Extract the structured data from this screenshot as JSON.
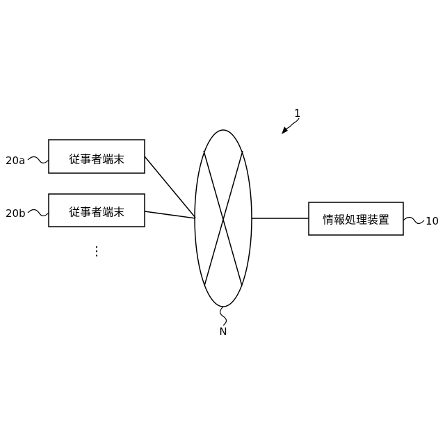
{
  "figure": {
    "system_ref": "1",
    "network_ref": "N",
    "ellipsis": "⋮"
  },
  "terminals": [
    {
      "ref": "20a",
      "label": "従事者端末"
    },
    {
      "ref": "20b",
      "label": "従事者端末"
    }
  ],
  "server": {
    "ref": "10",
    "label": "情報処理装置"
  }
}
